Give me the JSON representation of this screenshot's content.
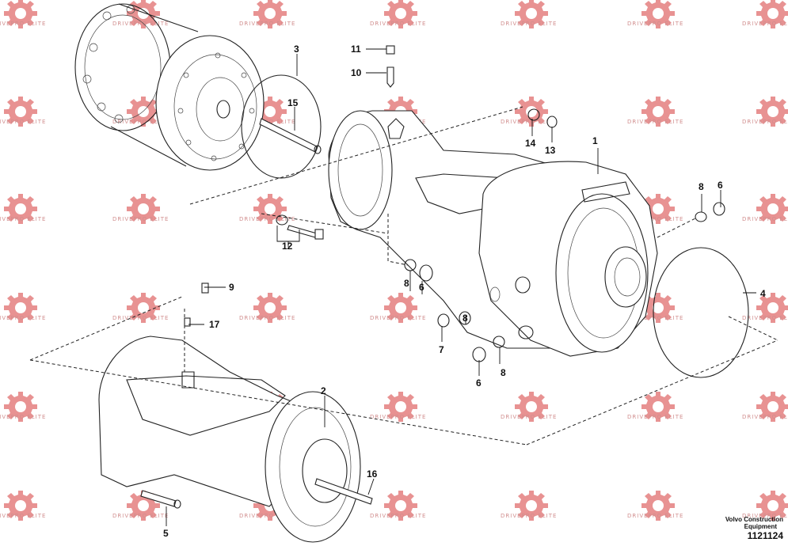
{
  "watermark": {
    "text": "DRIVEPRO ELITE",
    "color": "#e07070"
  },
  "callouts": [
    "1",
    "2",
    "3",
    "4",
    "5",
    "6",
    "6",
    "6",
    "7",
    "8",
    "8",
    "8",
    "8",
    "9",
    "10",
    "11",
    "12",
    "13",
    "14",
    "15",
    "16",
    "17"
  ],
  "footer": {
    "brand_line1": "Volvo Construction",
    "brand_line2": "Equipment",
    "figure_id": "1121124"
  }
}
